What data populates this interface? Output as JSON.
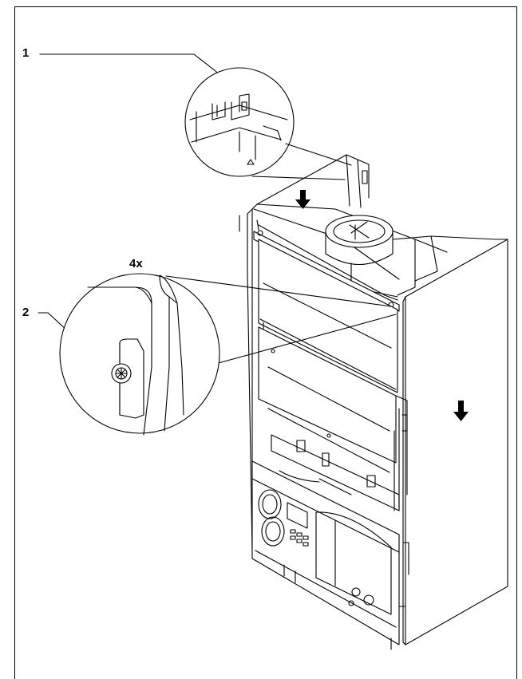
{
  "callouts": {
    "label_1": "1",
    "label_2": "2",
    "quantity": "4x"
  },
  "colors": {
    "line": "#000000",
    "fill_light": "#ffffff",
    "shade": "#e6e6e6"
  },
  "icons": [
    "down-arrow-icon",
    "screw-icon"
  ]
}
